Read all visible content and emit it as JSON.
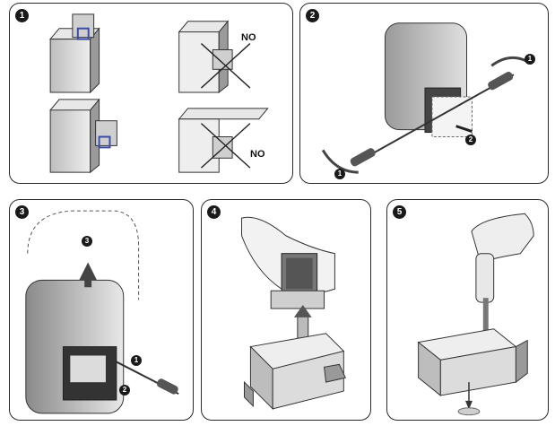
{
  "steps": [
    {
      "number": "1",
      "no_label_top": "NO",
      "no_label_bottom": "NO"
    },
    {
      "number": "2",
      "callouts": [
        "1",
        "2",
        "1"
      ]
    },
    {
      "number": "3",
      "callouts": [
        "3",
        "1",
        "2"
      ]
    },
    {
      "number": "4"
    },
    {
      "number": "5"
    }
  ],
  "colors": {
    "outline": "#2a2a2a",
    "housing_light": "#d8d8d8",
    "housing_dark": "#8a8a8a",
    "bracket_blue": "#3a4aa8"
  }
}
